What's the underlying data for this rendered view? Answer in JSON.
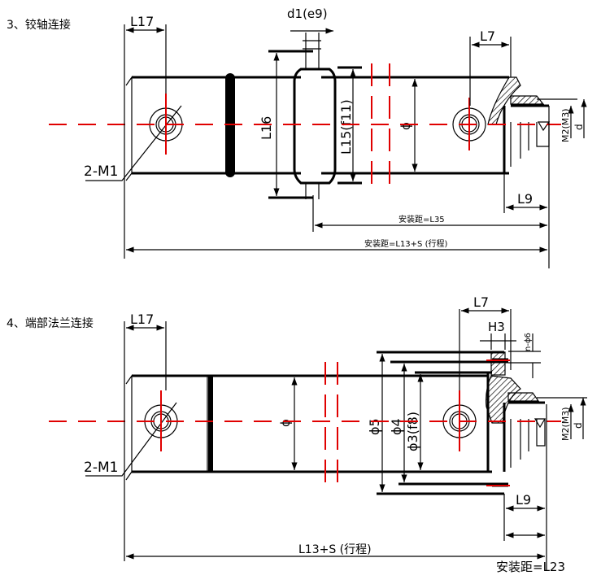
{
  "colors": {
    "centerline": "#e00000",
    "line": "#000000"
  },
  "section3": {
    "title": "3、铰轴连接",
    "labels": {
      "l17": "L17",
      "d1": "d1(e9)",
      "l16": "L16",
      "l15": "L15(f11)",
      "phi": "ϕ",
      "l7": "L7",
      "m2": "M2(M3)",
      "d": "d",
      "m1": "2-M1",
      "l9": "L9",
      "l35": "安装距=L35",
      "l13": "安装距=L13+S (行程)"
    }
  },
  "section4": {
    "title": "4、端部法兰连接",
    "labels": {
      "l17": "L17",
      "l7": "L7",
      "h3": "H3",
      "n6": "n-ϕ6",
      "phi": "ϕ",
      "d5": "ϕ5",
      "d4": "ϕ4",
      "d3": "ϕ3(f8)",
      "m2": "M2(M3)",
      "d": "d",
      "m1": "2-M1",
      "l9": "L9",
      "l13": "L13+S (行程)",
      "l23": "安装距=L23"
    }
  }
}
